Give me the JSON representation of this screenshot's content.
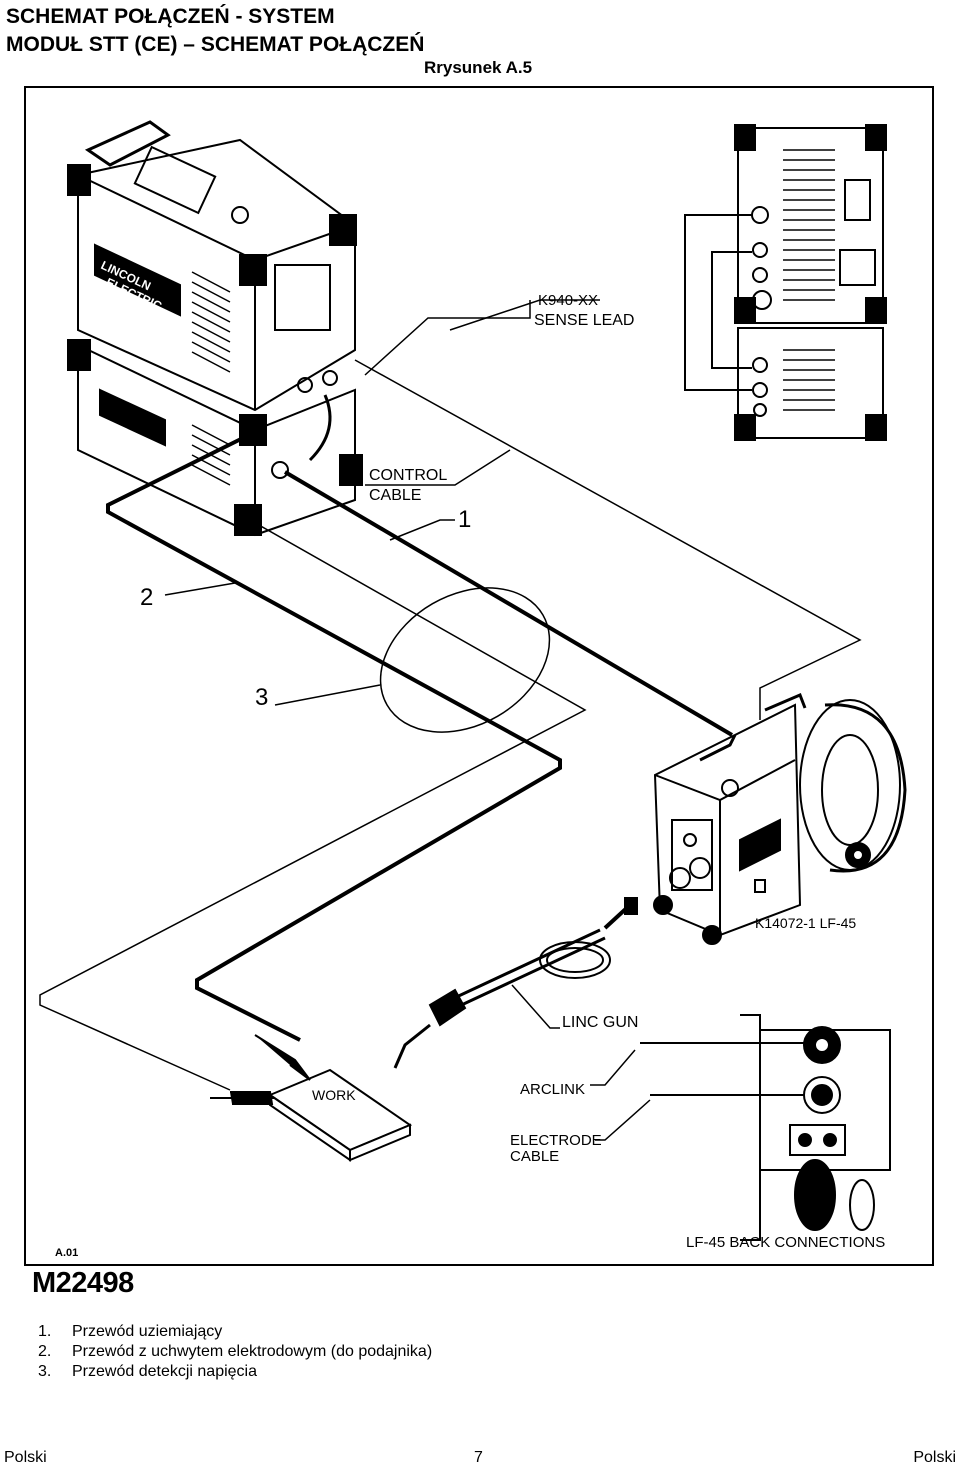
{
  "header": {
    "title_line1": "SCHEMAT POŁĄCZEŃ - SYSTEM",
    "title_line2": "MODUŁ STT (CE) – SCHEMAT POŁĄCZEŃ",
    "figure_label": "Rrysunek A.5"
  },
  "diagram": {
    "labels": {
      "sense_lead_code": "K940-XX",
      "sense_lead": "SENSE LEAD",
      "control": "CONTROL",
      "cable": "CABLE",
      "callout_1": "1",
      "callout_2": "2",
      "callout_3": "3",
      "feeder_model": "K14072-1 LF-45",
      "linc_gun": "LINC GUN",
      "arclink": "ARCLINK",
      "electrode": "ELECTRODE",
      "electrode_cable": "CABLE",
      "work": "WORK",
      "back_connections": "LF-45 BACK CONNECTIONS",
      "drawing_ref": "A.01",
      "brand_line1": "LINCOLN",
      "brand_line2": "ELECTRIC"
    }
  },
  "drawing_code": "M22498",
  "legend": [
    {
      "num": "1.",
      "text": "Przewód uziemiający"
    },
    {
      "num": "2.",
      "text": "Przewód z uchwytem elektrodowym (do podajnika)"
    },
    {
      "num": "3.",
      "text": "Przewód detekcji napięcia"
    }
  ],
  "footer": {
    "left": "Polski",
    "page": "7",
    "right": "Polski"
  }
}
